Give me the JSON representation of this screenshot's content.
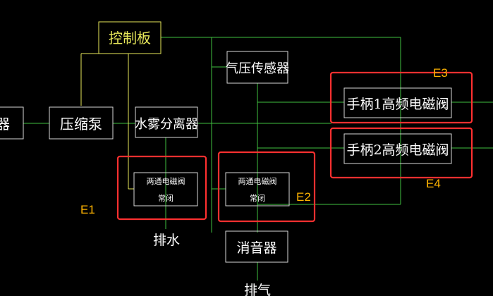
{
  "blocks": {
    "left_partial": "器",
    "compressor": "压缩泵",
    "control_board": "控制板",
    "water_separator": "水雾分离器",
    "pressure_sensor": "气压传感器",
    "valve_e3": "手柄1高频电磁阀",
    "valve_e4": "手柄2高频电磁阀",
    "valve_e1_line1": "两通电磁阀",
    "valve_e1_line2": "常闭",
    "valve_e2_line1": "两通电磁阀",
    "valve_e2_line2": "常闭",
    "muffler": "消音器",
    "drain": "排水",
    "exhaust": "排气"
  },
  "tags": {
    "e1": "E1",
    "e2": "E2",
    "e3": "E3",
    "e4": "E4"
  },
  "colors": {
    "line": "#3fbf3f",
    "box": "#d8d8d8",
    "control": "#e8e85a",
    "highlight": "#ff3030",
    "tag": "#ffb400"
  }
}
